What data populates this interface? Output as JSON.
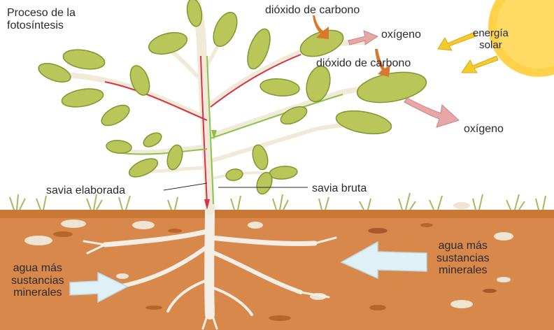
{
  "diagram": {
    "title": "Proceso de la\nfotosíntesis",
    "labels": {
      "co2_top": "dióxido de carbono",
      "oxygen_top": "oxígeno",
      "solar_energy": "energía\nsolar",
      "co2_mid": "dióxido de carbono",
      "oxygen_right": "oxígeno",
      "elaborated_sap": "savia elaborada",
      "raw_sap": "savia bruta",
      "water_right": "agua más\nsustancias\nminerales",
      "water_left": "agua más\nsustancias\nminerales"
    },
    "colors": {
      "sky": "#ffffff",
      "soil": "#d9884b",
      "soil_dark": "#b8652c",
      "grass": "#a7b860",
      "leaf": "#b9c75a",
      "leaf_dark": "#7f9530",
      "stem": "#f1ead8",
      "sap_elaborated": "#d8324a",
      "sap_raw": "#8cc24a",
      "sun": "#ffd24a",
      "arrow_co2": "#d9772d",
      "arrow_o2": "#e8a7a7",
      "arrow_solar": "#f3cb2a",
      "water_arrow": "#dff0f6"
    }
  }
}
